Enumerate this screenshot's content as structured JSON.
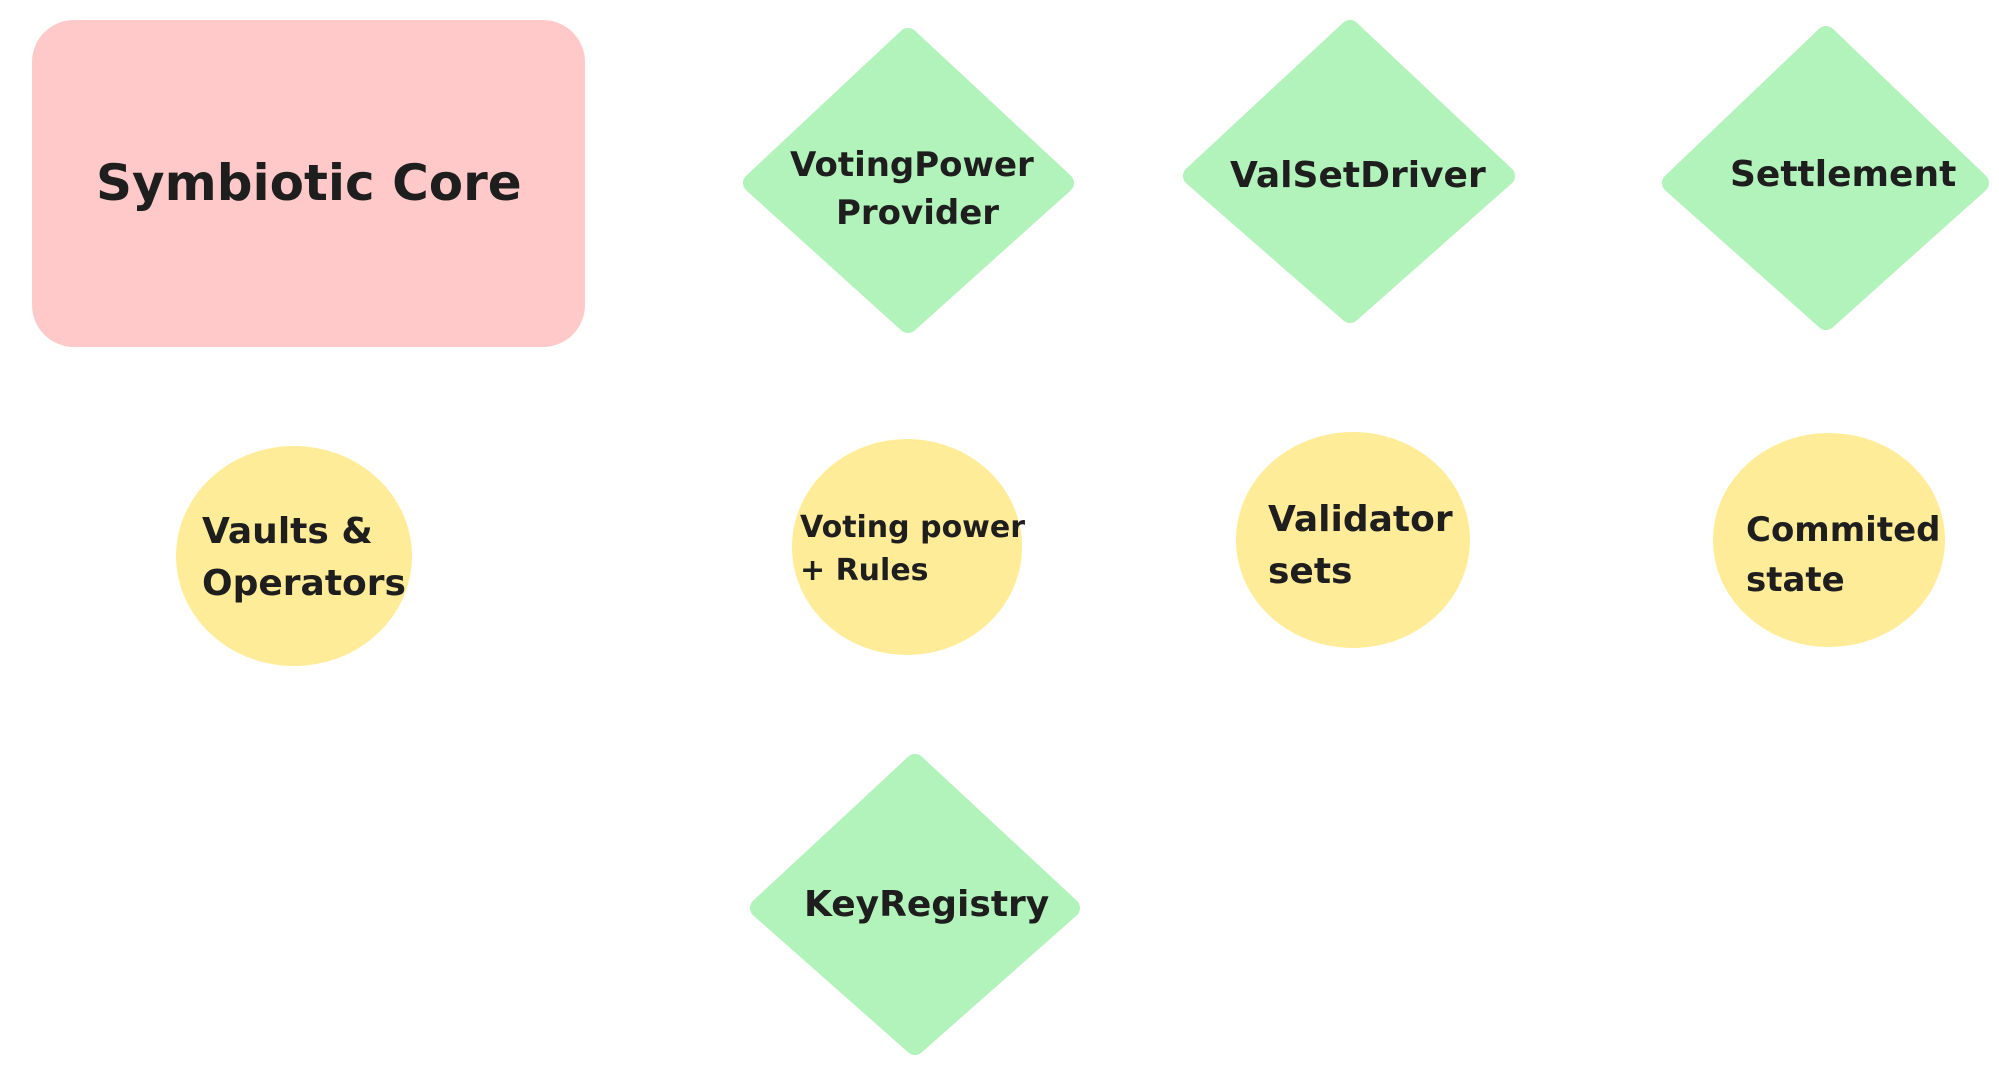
{
  "colors": {
    "core_fill": "#ffc9c9",
    "module_fill": "#b2f2bb",
    "data_fill": "#ffec99",
    "text": "#1e1e1e"
  },
  "diagram": {
    "core": {
      "label": "Symbiotic Core"
    },
    "modules": [
      {
        "id": "voting-power-provider",
        "lines": [
          "VotingPower",
          "Provider"
        ]
      },
      {
        "id": "valset-driver",
        "lines": [
          "ValSetDriver"
        ]
      },
      {
        "id": "settlement",
        "lines": [
          "Settlement"
        ]
      },
      {
        "id": "key-registry",
        "lines": [
          "KeyRegistry"
        ]
      }
    ],
    "data": [
      {
        "id": "vaults-operators",
        "lines": [
          "Vaults &",
          "Operators"
        ]
      },
      {
        "id": "voting-power-rules",
        "lines": [
          "Voting power",
          "+ Rules"
        ]
      },
      {
        "id": "validator-sets",
        "lines": [
          "Validator",
          "sets"
        ]
      },
      {
        "id": "commited-state",
        "lines": [
          "Commited",
          "state"
        ]
      }
    ]
  }
}
